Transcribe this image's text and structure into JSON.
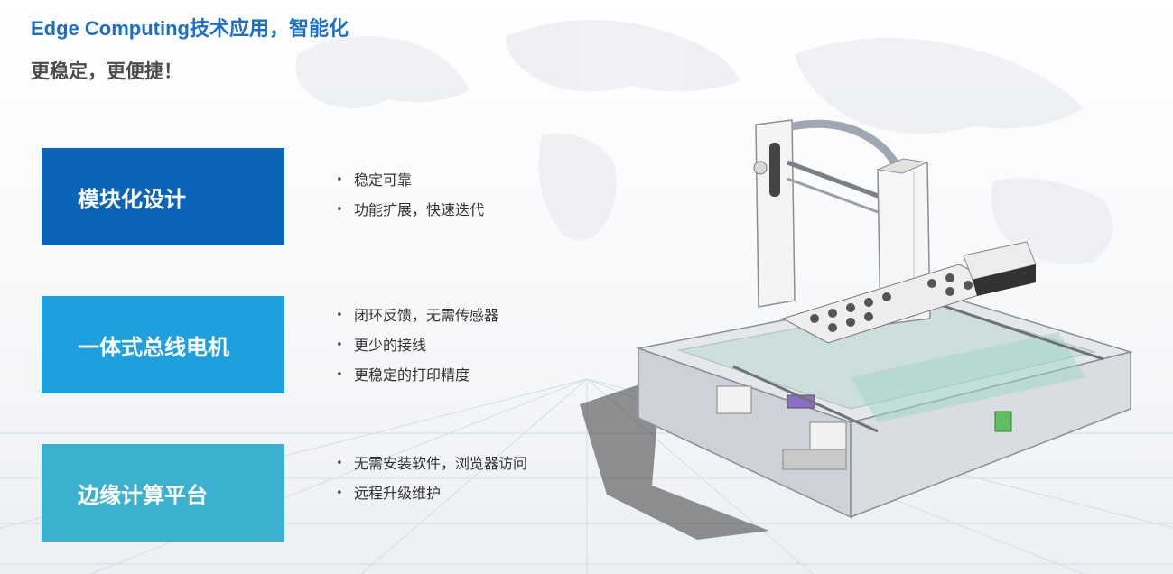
{
  "header": {
    "headline": "Edge Computing技术应用，智能化",
    "subline": "更稳定，更便捷！"
  },
  "features": [
    {
      "title": "模块化设计",
      "color": "#0a64b8",
      "bullets": [
        "稳定可靠",
        "功能扩展，快速迭代"
      ]
    },
    {
      "title": "一体式总线电机",
      "color": "#1ea0de",
      "bullets": [
        "闭环反馈，无需传感器",
        "更少的接线",
        "更稳定的打印精度"
      ]
    },
    {
      "title": "边缘计算平台",
      "color": "#3bb1cf",
      "bullets": [
        "无需安装软件，浏览器访问",
        "远程升级维护"
      ]
    }
  ],
  "colors": {
    "headline": "#1a6fc4",
    "subline": "#4a4a4a",
    "bullet_text": "#333333"
  },
  "illustration": {
    "icon": "gantry-printer-icon"
  }
}
